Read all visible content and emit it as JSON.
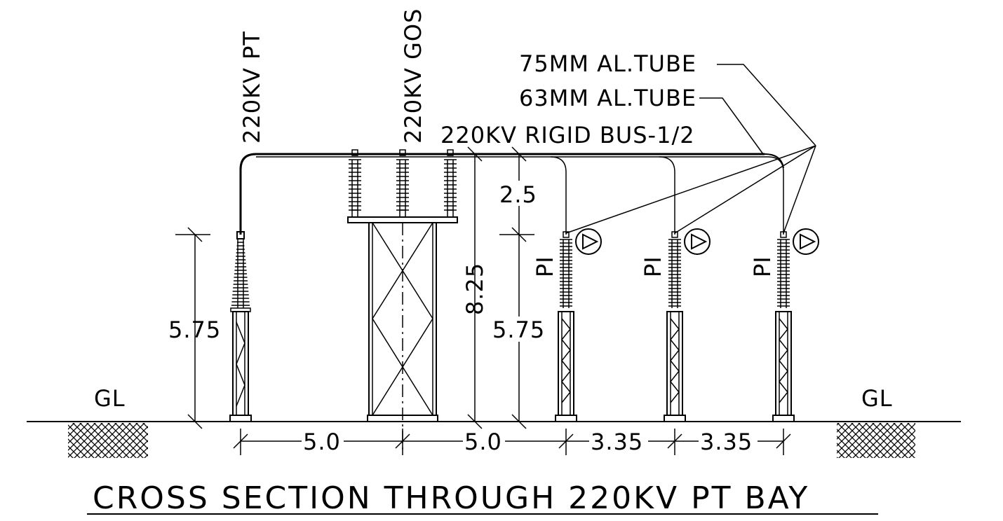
{
  "title": "CROSS SECTION THROUGH 220KV PT BAY",
  "ground_label": "GL",
  "equipment": {
    "pt_label": "220KV PT",
    "gos_label": "220KV GOS",
    "pi_label": "PI"
  },
  "bus": {
    "rigid_bus_label": "220KV RIGID BUS-1/2",
    "tube_75_label": "75MM AL.TUBE",
    "tube_63_label": "63MM AL.TUBE"
  },
  "dimensions": {
    "pt_structure_height": "5.75",
    "pi_structure_height": "5.75",
    "bus_height": "8.25",
    "bus_to_pi_clearance": "2.5",
    "spacing_pt_to_gos": "5.0",
    "spacing_gos_to_pi1": "5.0",
    "spacing_pi1_to_pi2": "3.35",
    "spacing_pi2_to_pi3": "3.35"
  }
}
